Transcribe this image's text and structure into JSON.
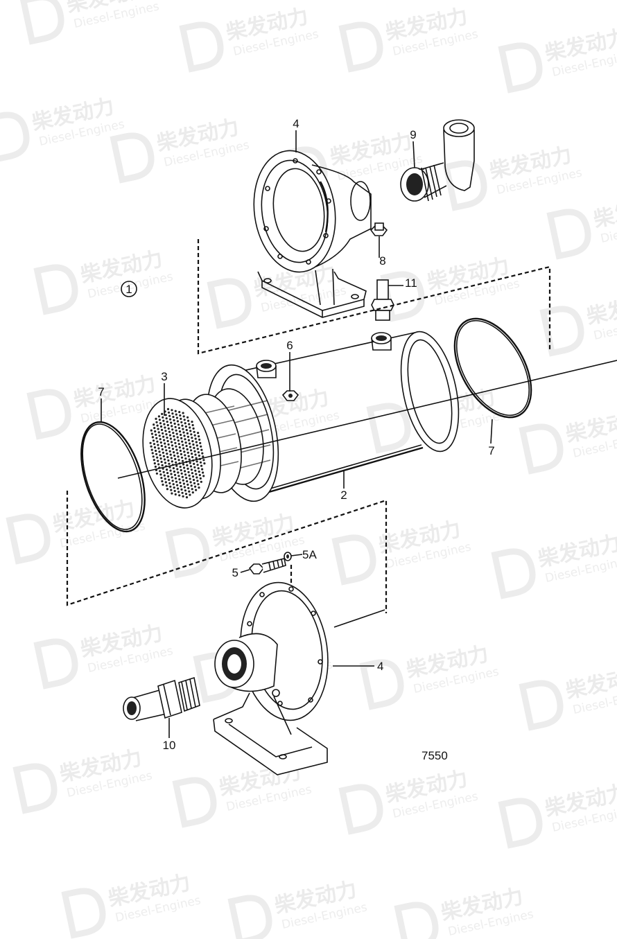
{
  "watermark": {
    "chinese": "柴发动力",
    "english": "Diesel-Engines"
  },
  "drawing_number": "7550",
  "group_marker": "1",
  "callouts": [
    {
      "id": "c4a",
      "text": "4"
    },
    {
      "id": "c9",
      "text": "9"
    },
    {
      "id": "c8",
      "text": "8"
    },
    {
      "id": "c11",
      "text": "11"
    },
    {
      "id": "c6",
      "text": "6"
    },
    {
      "id": "c3",
      "text": "3"
    },
    {
      "id": "c7a",
      "text": "7"
    },
    {
      "id": "c7b",
      "text": "7"
    },
    {
      "id": "c2",
      "text": "2"
    },
    {
      "id": "c5a",
      "text": "5A"
    },
    {
      "id": "c5",
      "text": "5"
    },
    {
      "id": "c4b",
      "text": "4"
    },
    {
      "id": "c10",
      "text": "10"
    }
  ]
}
